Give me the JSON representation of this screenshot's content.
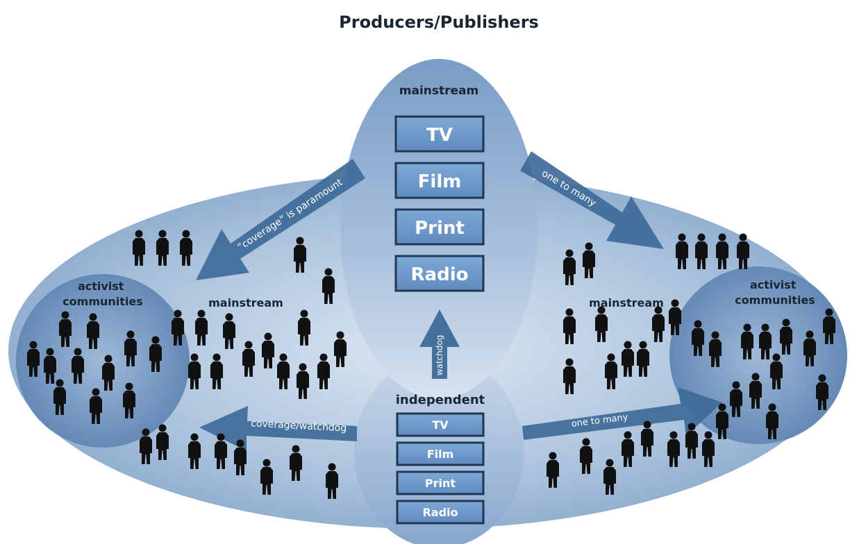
{
  "title": "Producers/Publishers",
  "mainstream_producers": {
    "label": "mainstream",
    "media": [
      "TV",
      "Film",
      "Print",
      "Radio"
    ]
  },
  "independent_producers": {
    "label": "independent",
    "media": [
      "TV",
      "Film",
      "Print",
      "Radio"
    ]
  },
  "audience": {
    "left_activist": "activist communities",
    "left_mainstream": "mainstream",
    "right_mainstream": "mainstream",
    "right_activist": "activist communities"
  },
  "arrows": {
    "coverage_paramount": "“coverage” is paramount",
    "one_to_many_top": "one to many",
    "watchdog": "watchdog",
    "coverage_watchdog": "coverage/watchdog",
    "one_to_many_bottom": "one to many"
  },
  "colors": {
    "background": "#ffffff",
    "outer_ellipse": "#9db8d6",
    "community_circle": "#6f93bd",
    "producer_ellipse": "#7d9ec6",
    "box_fill": "#6f9bcc",
    "box_border": "#1f3752",
    "arrow": "#3f6a98",
    "label_text": "#1a2533",
    "figure": "#111111"
  }
}
